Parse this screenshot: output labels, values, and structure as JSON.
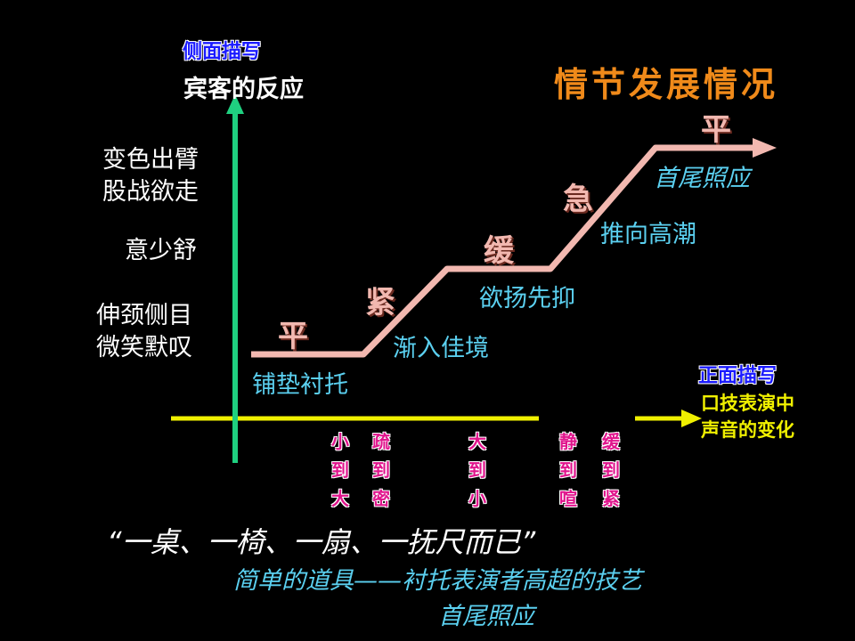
{
  "side_label": "侧面描写",
  "side_sub": "宾客的反应",
  "title": "情节发展情况",
  "reactions": [
    {
      "line1": "变色出臂",
      "line2": "股战欲走"
    },
    {
      "line1": "意少舒",
      "line2": ""
    },
    {
      "line1": "伸颈侧目",
      "line2": "微笑默叹"
    }
  ],
  "stages": [
    {
      "char": "平",
      "label": "铺垫衬托"
    },
    {
      "char": "紧",
      "label": "渐入佳境"
    },
    {
      "char": "缓",
      "label": "欲扬先抑"
    },
    {
      "char": "急",
      "label": "推向高潮"
    },
    {
      "char": "平",
      "label": "首尾照应"
    }
  ],
  "front_label": "正面描写",
  "front_sub_1": "口技表演中",
  "front_sub_2": "声音的变化",
  "bottom_cols": [
    {
      "l1": "小",
      "l2": "到",
      "l3": "大"
    },
    {
      "l1": "疏",
      "l2": "到",
      "l3": "密"
    },
    {
      "l1": "大",
      "l2": "到",
      "l3": "小"
    },
    {
      "l1": "静",
      "l2": "到",
      "l3": "喧"
    },
    {
      "l1": "缓",
      "l2": "到",
      "l3": "紧"
    }
  ],
  "quote": "“一桌、一椅、一扇、一抚尺而已”",
  "quote_sub": "简单的道具——衬托表演者高超的技艺",
  "quote_sub2": "首尾照应",
  "colors": {
    "curve": "#f2b8b0",
    "y_axis": "#1fd080",
    "x_axis": "#f0f000",
    "stage_label": "#5bd0f0"
  }
}
